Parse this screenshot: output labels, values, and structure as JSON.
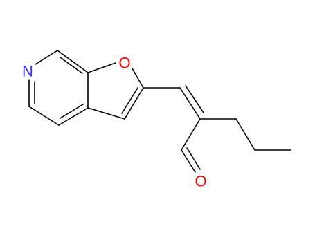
{
  "molecule": {
    "atoms": [
      {
        "id": "N",
        "symbol": "N",
        "color": "#3333ff"
      },
      {
        "id": "O_ring",
        "symbol": "O",
        "color": "#ff0000"
      },
      {
        "id": "O_ald",
        "symbol": "O",
        "color": "#ff0000"
      }
    ],
    "bond_color": "#000000",
    "background": "#ffffff"
  }
}
